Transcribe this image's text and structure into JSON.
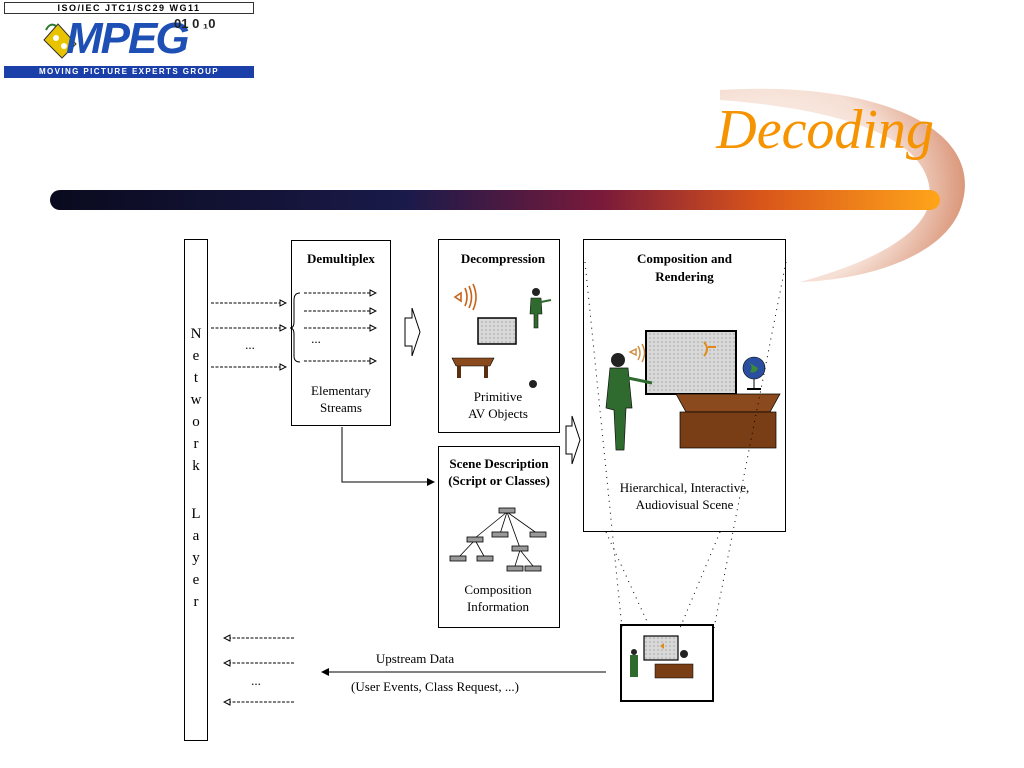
{
  "logo": {
    "top_text": "ISO/IEC  JTC1/SC29  WG11",
    "word": "MPEG",
    "bits": "01 0 ₁0",
    "bottom_text": "MOVING  PICTURE  EXPERTS  GROUP"
  },
  "slide": {
    "title": "Decoding"
  },
  "colors": {
    "title": "#f59300",
    "bar_start": "#0a0a1e",
    "bar_end": "#ff9a00",
    "logo_blue": "#1a3fa8"
  },
  "diagram": {
    "network_layer": [
      "N",
      "e",
      "t",
      "w",
      "o",
      "r",
      "k",
      "",
      "L",
      "a",
      "y",
      "e",
      "r"
    ],
    "demux": {
      "title": "Demultiplex",
      "caption_1": "Elementary",
      "caption_2": "Streams"
    },
    "decompression": {
      "title": "Decompression",
      "caption_1": "Primitive",
      "caption_2": "AV Objects"
    },
    "scene": {
      "title_1": "Scene Description",
      "title_2": "(Script or Classes)",
      "caption_1": "Composition",
      "caption_2": "Information"
    },
    "composition": {
      "title_1": "Composition and",
      "title_2": "Rendering",
      "caption_1": "Hierarchical, Interactive,",
      "caption_2": "Audiovisual Scene"
    },
    "upstream": {
      "label": "Upstream Data",
      "detail": "(User Events, Class Request, ...)"
    },
    "ellipsis": "..."
  }
}
